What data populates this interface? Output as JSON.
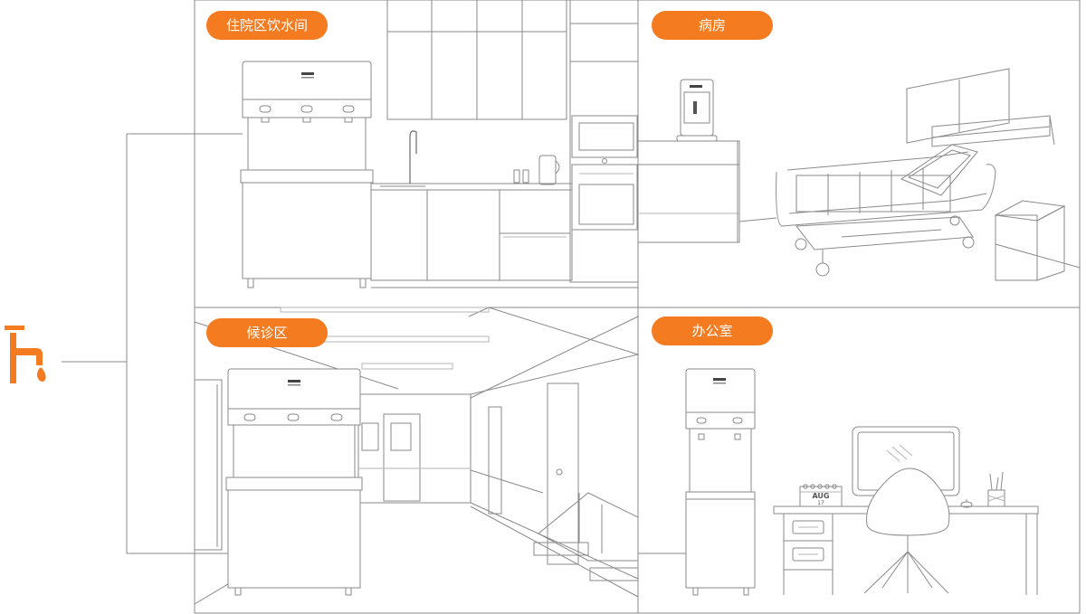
{
  "scenes": {
    "ward_pantry": {
      "label": "住院区饮水间"
    },
    "patient_room": {
      "label": "病房"
    },
    "waiting_area": {
      "label": "候诊区"
    },
    "office": {
      "label": "办公室"
    }
  },
  "calendar": {
    "month": "AUG",
    "day": "17"
  },
  "colors": {
    "accent": "#f47b20",
    "line": "#8a8a8a",
    "background": "#ffffff"
  },
  "icons": {
    "hub": "water-tap-icon"
  }
}
